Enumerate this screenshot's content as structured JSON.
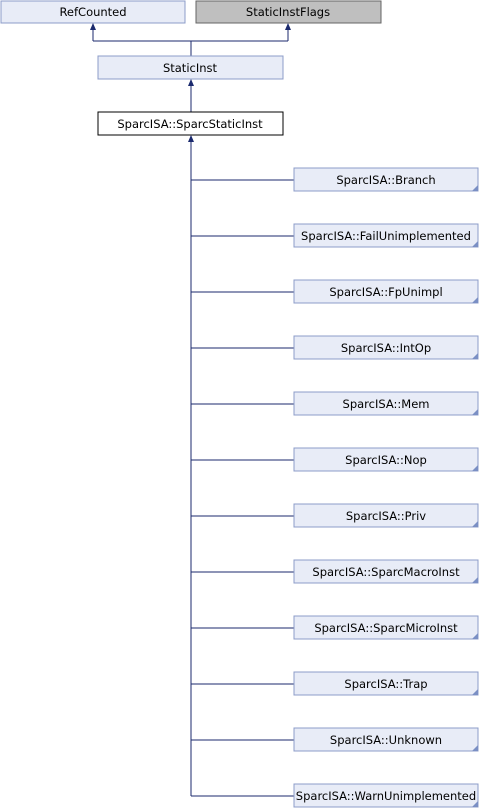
{
  "diagram": {
    "nodes": {
      "refcounted": "RefCounted",
      "staticinstflags": "StaticInstFlags",
      "staticinst": "StaticInst",
      "sparcstaticinst": "SparcISA::SparcStaticInst"
    },
    "children": [
      "SparcISA::Branch",
      "SparcISA::FailUnimplemented",
      "SparcISA::FpUnimpl",
      "SparcISA::IntOp",
      "SparcISA::Mem",
      "SparcISA::Nop",
      "SparcISA::Priv",
      "SparcISA::SparcMacroInst",
      "SparcISA::SparcMicroInst",
      "SparcISA::Trap",
      "SparcISA::Unknown",
      "SparcISA::WarnUnimplemented"
    ]
  }
}
